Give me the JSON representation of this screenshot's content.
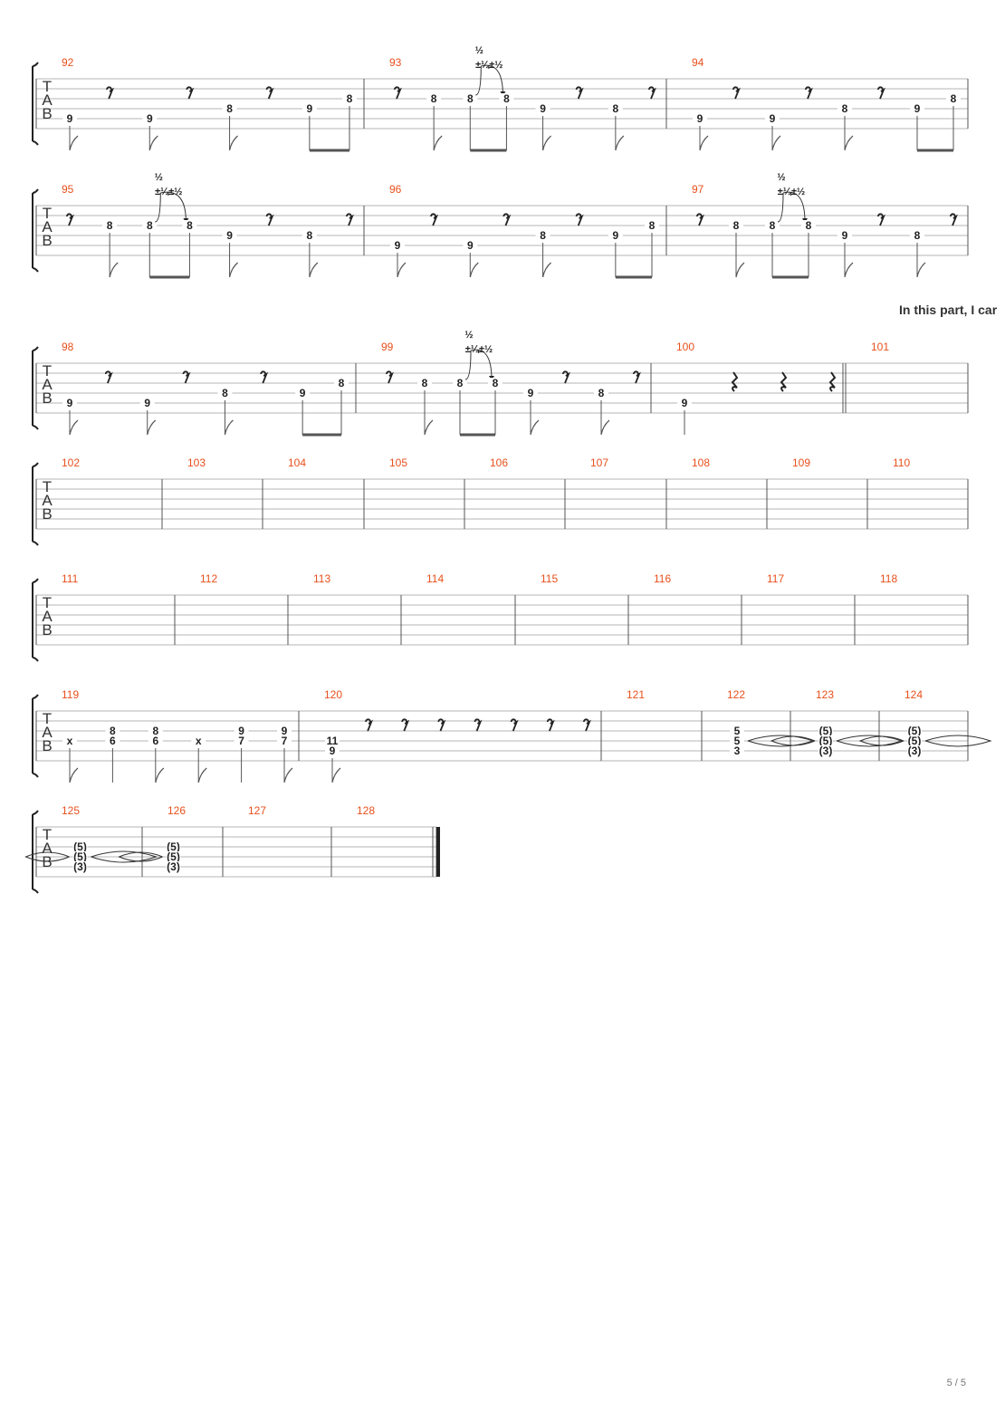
{
  "tab_label": [
    "T",
    "A",
    "B"
  ],
  "annotation": "In this part, I car",
  "page_number": "5 / 5",
  "bend_label": "½",
  "bend_marker": "±¼±½",
  "systems": [
    {
      "measures": [
        {
          "number": "92",
          "events": [
            {
              "type": "note",
              "string": 5,
              "fret": "9"
            },
            {
              "type": "rest"
            },
            {
              "type": "note",
              "string": 5,
              "fret": "9"
            },
            {
              "type": "rest"
            },
            {
              "type": "note",
              "string": 4,
              "fret": "8"
            },
            {
              "type": "rest"
            },
            {
              "type": "note",
              "string": 4,
              "fret": "9",
              "beam": "start"
            },
            {
              "type": "note",
              "string": 3,
              "fret": "8",
              "beam": "end"
            }
          ]
        },
        {
          "number": "93",
          "events": [
            {
              "type": "rest"
            },
            {
              "type": "note",
              "string": 3,
              "fret": "8"
            },
            {
              "type": "note",
              "string": 3,
              "fret": "8",
              "beam": "start",
              "bend": "out"
            },
            {
              "type": "note",
              "string": 3,
              "fret": "8",
              "beam": "end",
              "bend": "in"
            },
            {
              "type": "note",
              "string": 4,
              "fret": "9"
            },
            {
              "type": "rest"
            },
            {
              "type": "note",
              "string": 4,
              "fret": "8"
            },
            {
              "type": "rest"
            }
          ]
        },
        {
          "number": "94",
          "events": [
            {
              "type": "note",
              "string": 5,
              "fret": "9"
            },
            {
              "type": "rest"
            },
            {
              "type": "note",
              "string": 5,
              "fret": "9"
            },
            {
              "type": "rest"
            },
            {
              "type": "note",
              "string": 4,
              "fret": "8"
            },
            {
              "type": "rest"
            },
            {
              "type": "note",
              "string": 4,
              "fret": "9",
              "beam": "start"
            },
            {
              "type": "note",
              "string": 3,
              "fret": "8",
              "beam": "end"
            }
          ]
        }
      ]
    },
    {
      "measures": [
        {
          "number": "95",
          "events": [
            {
              "type": "rest"
            },
            {
              "type": "note",
              "string": 3,
              "fret": "8"
            },
            {
              "type": "note",
              "string": 3,
              "fret": "8",
              "beam": "start",
              "bend": "out"
            },
            {
              "type": "note",
              "string": 3,
              "fret": "8",
              "beam": "end",
              "bend": "in"
            },
            {
              "type": "note",
              "string": 4,
              "fret": "9"
            },
            {
              "type": "rest"
            },
            {
              "type": "note",
              "string": 4,
              "fret": "8"
            },
            {
              "type": "rest"
            }
          ]
        },
        {
          "number": "96",
          "events": [
            {
              "type": "note",
              "string": 5,
              "fret": "9"
            },
            {
              "type": "rest"
            },
            {
              "type": "note",
              "string": 5,
              "fret": "9"
            },
            {
              "type": "rest"
            },
            {
              "type": "note",
              "string": 4,
              "fret": "8"
            },
            {
              "type": "rest"
            },
            {
              "type": "note",
              "string": 4,
              "fret": "9",
              "beam": "start"
            },
            {
              "type": "note",
              "string": 3,
              "fret": "8",
              "beam": "end"
            }
          ]
        },
        {
          "number": "97",
          "events": [
            {
              "type": "rest"
            },
            {
              "type": "note",
              "string": 3,
              "fret": "8"
            },
            {
              "type": "note",
              "string": 3,
              "fret": "8",
              "beam": "start",
              "bend": "out"
            },
            {
              "type": "note",
              "string": 3,
              "fret": "8",
              "beam": "end",
              "bend": "in"
            },
            {
              "type": "note",
              "string": 4,
              "fret": "9"
            },
            {
              "type": "rest"
            },
            {
              "type": "note",
              "string": 4,
              "fret": "8"
            },
            {
              "type": "rest"
            }
          ]
        }
      ]
    },
    {
      "measures": [
        {
          "number": "98",
          "events": [
            {
              "type": "note",
              "string": 5,
              "fret": "9"
            },
            {
              "type": "rest"
            },
            {
              "type": "note",
              "string": 5,
              "fret": "9"
            },
            {
              "type": "rest"
            },
            {
              "type": "note",
              "string": 4,
              "fret": "8"
            },
            {
              "type": "rest"
            },
            {
              "type": "note",
              "string": 4,
              "fret": "9",
              "beam": "start"
            },
            {
              "type": "note",
              "string": 3,
              "fret": "8",
              "beam": "end"
            }
          ]
        },
        {
          "number": "99",
          "events": [
            {
              "type": "rest"
            },
            {
              "type": "note",
              "string": 3,
              "fret": "8"
            },
            {
              "type": "note",
              "string": 3,
              "fret": "8",
              "beam": "start",
              "bend": "out"
            },
            {
              "type": "note",
              "string": 3,
              "fret": "8",
              "beam": "end",
              "bend": "in"
            },
            {
              "type": "note",
              "string": 4,
              "fret": "9"
            },
            {
              "type": "rest"
            },
            {
              "type": "note",
              "string": 4,
              "fret": "8"
            },
            {
              "type": "rest"
            }
          ]
        },
        {
          "number": "100",
          "events": [
            {
              "type": "note",
              "string": 5,
              "fret": "9",
              "stem": "plain"
            },
            {
              "type": "qrest"
            },
            {
              "type": "qrest"
            },
            {
              "type": "qrest"
            }
          ]
        },
        {
          "number": "101",
          "events": []
        }
      ]
    },
    {
      "measures": [
        {
          "number": "102",
          "events": []
        },
        {
          "number": "103",
          "events": []
        },
        {
          "number": "104",
          "events": []
        },
        {
          "number": "105",
          "events": []
        },
        {
          "number": "106",
          "events": []
        },
        {
          "number": "107",
          "events": []
        },
        {
          "number": "108",
          "events": []
        },
        {
          "number": "109",
          "events": []
        },
        {
          "number": "110",
          "events": []
        }
      ]
    },
    {
      "measures": [
        {
          "number": "111",
          "events": []
        },
        {
          "number": "112",
          "events": []
        },
        {
          "number": "113",
          "events": []
        },
        {
          "number": "114",
          "events": []
        },
        {
          "number": "115",
          "events": []
        },
        {
          "number": "116",
          "events": []
        },
        {
          "number": "117",
          "events": []
        },
        {
          "number": "118",
          "events": []
        }
      ]
    },
    {
      "measures": [
        {
          "number": "119",
          "events": [
            {
              "type": "note",
              "string": 4,
              "fret": "x"
            },
            {
              "type": "chord",
              "notes": [
                {
                  "string": 3,
                  "fret": "8"
                },
                {
                  "string": 4,
                  "fret": "6"
                }
              ],
              "stem": "plain"
            },
            {
              "type": "chord",
              "notes": [
                {
                  "string": 3,
                  "fret": "8"
                },
                {
                  "string": 4,
                  "fret": "6"
                }
              ]
            },
            {
              "type": "note",
              "string": 4,
              "fret": "x"
            },
            {
              "type": "chord",
              "notes": [
                {
                  "string": 3,
                  "fret": "9"
                },
                {
                  "string": 4,
                  "fret": "7"
                }
              ],
              "stem": "plain"
            },
            {
              "type": "chord",
              "notes": [
                {
                  "string": 3,
                  "fret": "9"
                },
                {
                  "string": 4,
                  "fret": "7"
                }
              ]
            }
          ]
        },
        {
          "number": "120",
          "events": [
            {
              "type": "chord",
              "notes": [
                {
                  "string": 4,
                  "fret": "11"
                },
                {
                  "string": 5,
                  "fret": "9"
                }
              ]
            },
            {
              "type": "rest"
            },
            {
              "type": "rest"
            },
            {
              "type": "rest"
            },
            {
              "type": "rest"
            },
            {
              "type": "rest"
            },
            {
              "type": "rest"
            },
            {
              "type": "rest"
            }
          ]
        },
        {
          "number": "121",
          "events": []
        },
        {
          "number": "122",
          "events": [
            {
              "type": "chord",
              "notes": [
                {
                  "string": 3,
                  "fret": "5"
                },
                {
                  "string": 4,
                  "fret": "5"
                },
                {
                  "string": 5,
                  "fret": "3"
                }
              ],
              "stem": "none",
              "harm": "out"
            }
          ]
        },
        {
          "number": "123",
          "events": [
            {
              "type": "chord",
              "notes": [
                {
                  "string": 3,
                  "fret": "(5)"
                },
                {
                  "string": 4,
                  "fret": "(5)"
                },
                {
                  "string": 5,
                  "fret": "(3)"
                }
              ],
              "stem": "none",
              "harm": "both"
            }
          ]
        },
        {
          "number": "124",
          "events": [
            {
              "type": "chord",
              "notes": [
                {
                  "string": 3,
                  "fret": "(5)"
                },
                {
                  "string": 4,
                  "fret": "(5)"
                },
                {
                  "string": 5,
                  "fret": "(3)"
                }
              ],
              "stem": "none",
              "harm": "both"
            }
          ]
        }
      ]
    },
    {
      "measures": [
        {
          "number": "125",
          "events": [
            {
              "type": "chord",
              "notes": [
                {
                  "string": 3,
                  "fret": "(5)"
                },
                {
                  "string": 4,
                  "fret": "(5)"
                },
                {
                  "string": 5,
                  "fret": "(3)"
                }
              ],
              "stem": "none",
              "harm": "both"
            }
          ]
        },
        {
          "number": "126",
          "events": [
            {
              "type": "chord",
              "notes": [
                {
                  "string": 3,
                  "fret": "(5)"
                },
                {
                  "string": 4,
                  "fret": "(5)"
                },
                {
                  "string": 5,
                  "fret": "(3)"
                }
              ],
              "stem": "none",
              "harm": "in"
            }
          ]
        },
        {
          "number": "127",
          "events": []
        },
        {
          "number": "128",
          "events": []
        }
      ]
    }
  ]
}
